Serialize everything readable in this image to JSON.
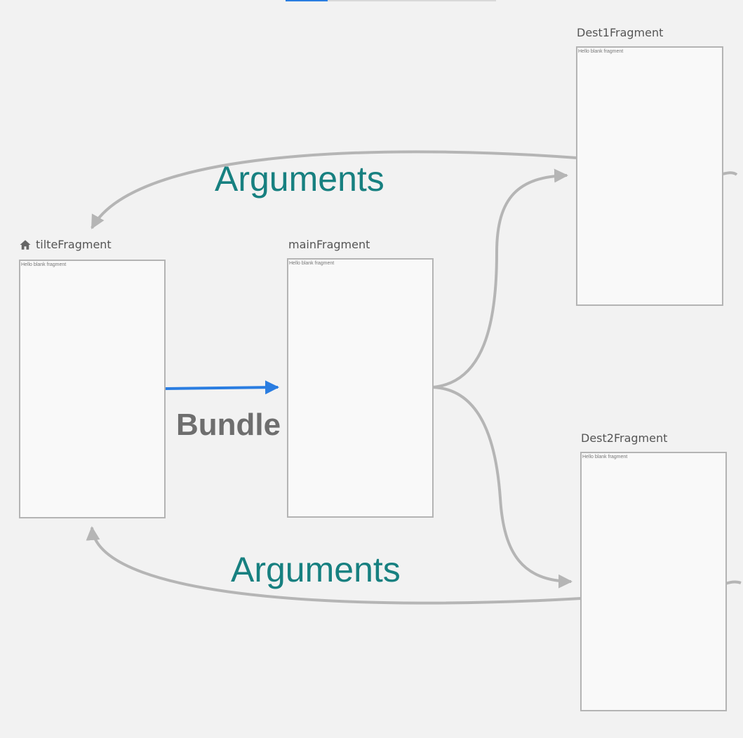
{
  "fragments": {
    "title": {
      "label": "tilteFragment",
      "content": "Hello blank fragment",
      "start_destination": true
    },
    "main": {
      "label": "mainFragment",
      "content": "Hello blank fragment"
    },
    "dest1": {
      "label": "Dest1Fragment",
      "content": "Hello blank fragment"
    },
    "dest2": {
      "label": "Dest2Fragment",
      "content": "Hello blank fragment"
    }
  },
  "labels": {
    "arguments_top": "Arguments",
    "arguments_bottom": "Arguments",
    "bundle": "Bundle"
  },
  "colors": {
    "action_arrow": "#b5b5b5",
    "selected_arrow": "#2a7de1",
    "arguments_text": "#178080",
    "bundle_text": "#6e6e6e"
  },
  "icons": {
    "start_destination": "home-icon"
  }
}
